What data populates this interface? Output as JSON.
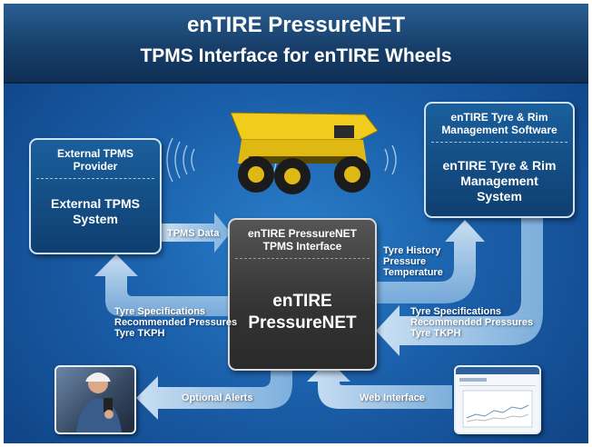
{
  "header": {
    "title": "enTIRE PressureNET",
    "subtitle": "TPMS Interface for enTIRE Wheels"
  },
  "boxes": {
    "external": {
      "top": "External TPMS Provider",
      "main": "External TPMS System"
    },
    "center": {
      "top": "enTIRE PressureNET TPMS Interface",
      "main": "enTIRE PressureNET"
    },
    "software": {
      "top": "enTIRE Tyre & Rim Management Software",
      "main": "enTIRE Tyre & Rim Management System"
    }
  },
  "arrows": {
    "tpms_data": "TPMS Data",
    "history": [
      "Tyre History",
      "Pressure",
      "Temperature"
    ],
    "specs_left": [
      "Tyre Specifications",
      "Recommended Pressures",
      "Tyre TKPH"
    ],
    "specs_right": [
      "Tyre Specifications",
      "Recommended Pressures",
      "Tyre TKPH"
    ],
    "optional_alerts": "Optional Alerts",
    "web_interface": "Web Interface"
  },
  "colors": {
    "background": "#1a5ea8",
    "header": "#173f6a",
    "arrow": "#b8d6f0",
    "truck": "#f2cc1c"
  }
}
